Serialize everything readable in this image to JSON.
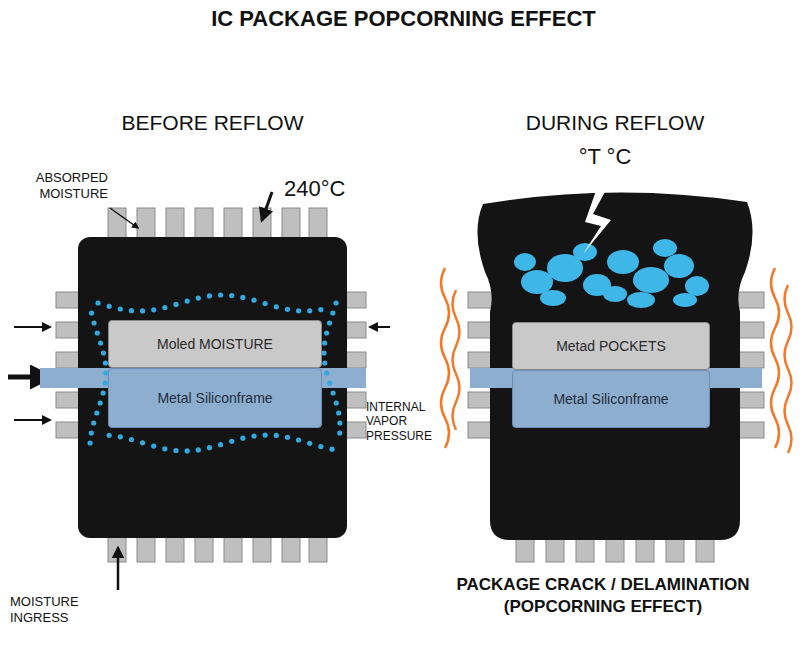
{
  "diagram": {
    "title": "IC PACKAGE POPCORNING EFFECT",
    "caption": "PACKAGE CRACK / DELAMINATION (POPCORNING EFFECT)",
    "nodes": [
      {
        "text": [
          "BEFORE REFLOW"
        ]
      },
      {
        "text": [
          "Moled MOISTURE"
        ],
        "in": 0
      },
      {
        "text": [
          "Metal Siliconframe"
        ],
        "in": 0
      },
      {
        "text": [
          "DURING REFLOW"
        ]
      },
      {
        "text": [
          "Metad POCKETS"
        ],
        "in": 3
      },
      {
        "text": [
          "Metal Siliconframe"
        ],
        "in": 3
      }
    ],
    "edges": [],
    "labels": [
      "ABSORPED MOISTURE",
      "240°C",
      "INTERNAL VAPOR PRESSURE",
      "MOISTURE INGRESS",
      "°T °C"
    ]
  }
}
